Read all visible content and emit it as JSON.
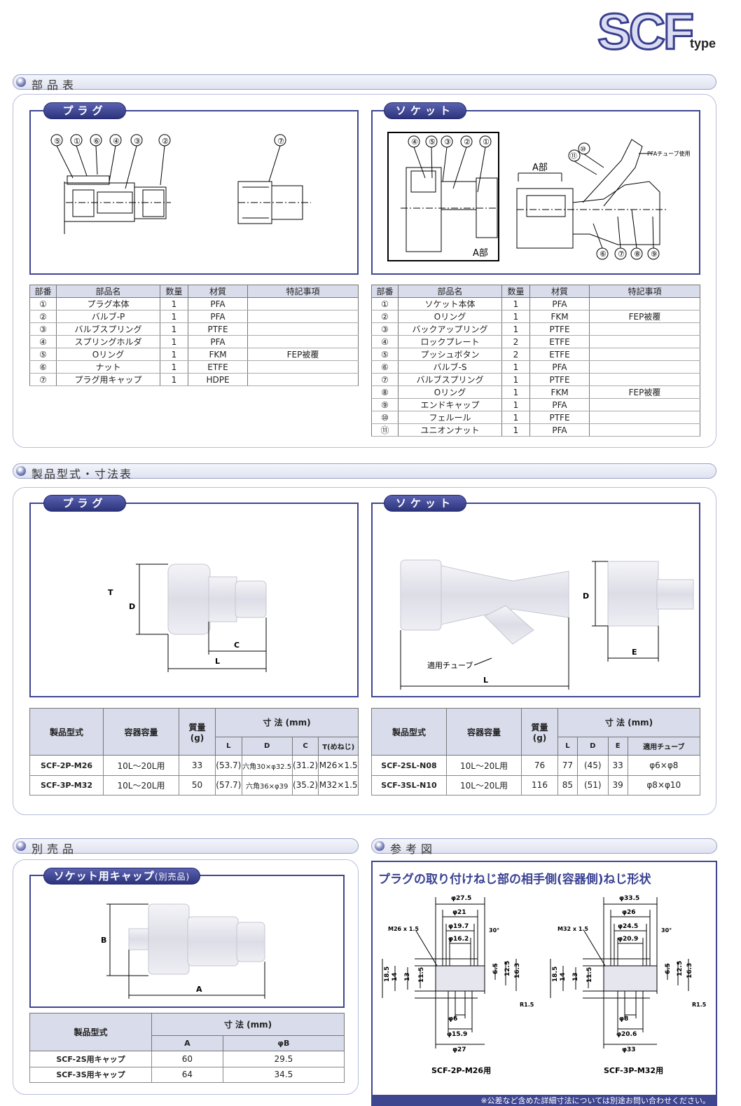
{
  "logo": {
    "main": "SCF",
    "sub": "type"
  },
  "sections": {
    "parts": "部品表",
    "dims": "製品型式・寸法表",
    "options": "別売品",
    "reference": "参考図"
  },
  "tabs": {
    "plug": "プラグ",
    "socket": "ソケット",
    "cap": "ソケット用キャップ",
    "cap_small": "(別売品)"
  },
  "parts_headers": [
    "部番",
    "部品名",
    "数量",
    "材質",
    "特記事項"
  ],
  "plug_parts": [
    {
      "no": "①",
      "name": "プラグ本体",
      "qty": "1",
      "mat": "PFA",
      "note": ""
    },
    {
      "no": "②",
      "name": "バルブ-P",
      "qty": "1",
      "mat": "PFA",
      "note": ""
    },
    {
      "no": "③",
      "name": "バルブスプリング",
      "qty": "1",
      "mat": "PTFE",
      "note": ""
    },
    {
      "no": "④",
      "name": "スプリングホルダ",
      "qty": "1",
      "mat": "PFA",
      "note": ""
    },
    {
      "no": "⑤",
      "name": "Oリング",
      "qty": "1",
      "mat": "FKM",
      "note": "FEP被覆"
    },
    {
      "no": "⑥",
      "name": "ナット",
      "qty": "1",
      "mat": "ETFE",
      "note": ""
    },
    {
      "no": "⑦",
      "name": "プラグ用キャップ",
      "qty": "1",
      "mat": "HDPE",
      "note": ""
    }
  ],
  "socket_parts": [
    {
      "no": "①",
      "name": "ソケット本体",
      "qty": "1",
      "mat": "PFA",
      "note": ""
    },
    {
      "no": "②",
      "name": "Oリング",
      "qty": "1",
      "mat": "FKM",
      "note": "FEP被覆"
    },
    {
      "no": "③",
      "name": "バックアップリング",
      "qty": "1",
      "mat": "PTFE",
      "note": ""
    },
    {
      "no": "④",
      "name": "ロックプレート",
      "qty": "2",
      "mat": "ETFE",
      "note": ""
    },
    {
      "no": "⑤",
      "name": "プッシュボタン",
      "qty": "2",
      "mat": "ETFE",
      "note": ""
    },
    {
      "no": "⑥",
      "name": "バルブ-S",
      "qty": "1",
      "mat": "PFA",
      "note": ""
    },
    {
      "no": "⑦",
      "name": "バルブスプリング",
      "qty": "1",
      "mat": "PTFE",
      "note": ""
    },
    {
      "no": "⑧",
      "name": "Oリング",
      "qty": "1",
      "mat": "FKM",
      "note": "FEP被覆"
    },
    {
      "no": "⑨",
      "name": "エンドキャップ",
      "qty": "1",
      "mat": "PFA",
      "note": ""
    },
    {
      "no": "⑩",
      "name": "フェルール",
      "qty": "1",
      "mat": "PTFE",
      "note": ""
    },
    {
      "no": "⑪",
      "name": "ユニオンナット",
      "qty": "1",
      "mat": "PFA",
      "note": ""
    }
  ],
  "plug_drawing": {
    "labels": [
      "⑤",
      "①",
      "⑥",
      "④",
      "③",
      "②"
    ],
    "cap_label": "⑦"
  },
  "socket_drawing": {
    "labels": [
      "④",
      "⑤",
      "③",
      "②",
      "①"
    ],
    "upper_labels": [
      "⑩",
      "⑪"
    ],
    "lower_labels": [
      "⑥",
      "⑦",
      "⑧",
      "⑨"
    ],
    "a_part": "A部",
    "tube_note": "PFAチューブ使用"
  },
  "plug_dim_labels": {
    "T": "T",
    "D": "D",
    "C": "C",
    "L": "L"
  },
  "socket_dim_labels": {
    "D": "D",
    "E": "E",
    "L": "L",
    "tube": "適用チューブ"
  },
  "plug_table": {
    "h_model": "製品型式",
    "h_capacity": "容器容量",
    "h_mass": "質量",
    "h_mass_unit": "(g)",
    "h_dims": "寸 法 (mm)",
    "sub": [
      "L",
      "D",
      "C",
      "T(めねじ)"
    ],
    "rows": [
      {
        "model": "SCF-2P-M26",
        "cap": "10L～20L用",
        "mass": "33",
        "L": "(53.7)",
        "D": "六角30×φ32.5",
        "C": "(31.2)",
        "T": "M26×1.5"
      },
      {
        "model": "SCF-3P-M32",
        "cap": "10L～20L用",
        "mass": "50",
        "L": "(57.7)",
        "D": "六角36×φ39",
        "C": "(35.2)",
        "T": "M32×1.5"
      }
    ]
  },
  "socket_table": {
    "h_model": "製品型式",
    "h_capacity": "容器容量",
    "h_mass": "質量",
    "h_mass_unit": "(g)",
    "h_dims": "寸 法 (mm)",
    "sub": [
      "L",
      "D",
      "E",
      "適用チューブ"
    ],
    "rows": [
      {
        "model": "SCF-2SL-N08",
        "cap": "10L～20L用",
        "mass": "76",
        "L": "77",
        "D": "(45)",
        "E": "33",
        "tube": "φ6×φ8"
      },
      {
        "model": "SCF-3SL-N10",
        "cap": "10L～20L用",
        "mass": "116",
        "L": "85",
        "D": "(51)",
        "E": "39",
        "tube": "φ8×φ10"
      }
    ]
  },
  "cap_dim_labels": {
    "A": "A",
    "B": "B"
  },
  "cap_table": {
    "h_model": "製品型式",
    "h_dims": "寸 法 (mm)",
    "sub": [
      "A",
      "φB"
    ],
    "rows": [
      {
        "model": "SCF-2S用キャップ",
        "A": "60",
        "B": "29.5"
      },
      {
        "model": "SCF-3S用キャップ",
        "A": "64",
        "B": "34.5"
      }
    ]
  },
  "reference": {
    "title": "プラグの取り付けねじ部の相手側(容器側)ねじ形状",
    "left": {
      "thread": "M26 x 1.5",
      "top": [
        "φ27.5",
        "φ21",
        "φ19.7",
        "φ16.2"
      ],
      "bottom": [
        "φ6",
        "φ15.9",
        "φ27"
      ],
      "caption": "SCF-2P-M26用"
    },
    "right": {
      "thread": "M32 x 1.5",
      "top": [
        "φ33.5",
        "φ26",
        "φ24.5",
        "φ20.9"
      ],
      "bottom": [
        "φ8",
        "φ20.6",
        "φ33"
      ],
      "caption": "SCF-3P-M32用"
    },
    "angle": "30°",
    "heights_left": [
      "18.5",
      "14",
      "13",
      "11.5"
    ],
    "heights_right": [
      "6.5",
      "12.5",
      "16.3"
    ],
    "radius": "R1.5",
    "note": "※公差など含めた詳細寸法については別途お問い合わせください。"
  },
  "colors": {
    "accent": "#3f4690",
    "header_bg": "#d9dcea"
  }
}
